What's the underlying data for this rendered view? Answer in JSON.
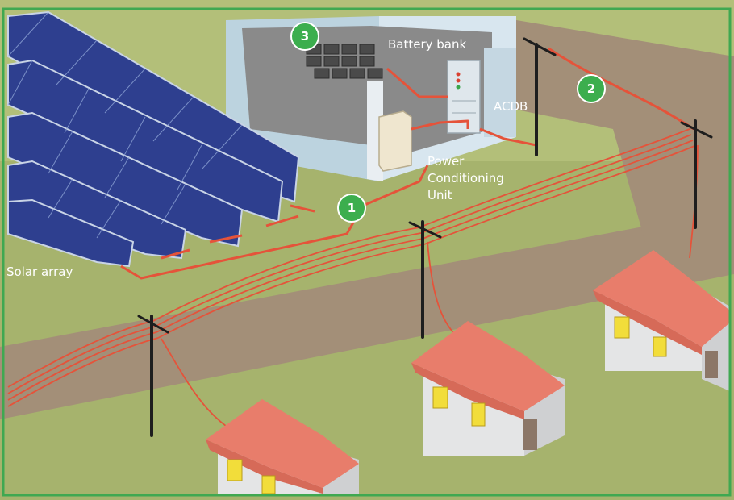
{
  "labels": {
    "solar_array": "Solar array",
    "battery_bank": "Battery bank",
    "acdb": "ACDB",
    "pcu_line1": "Power",
    "pcu_line2": "Conditioning",
    "pcu_line3": "Unit"
  },
  "badges": [
    "1",
    "2",
    "3"
  ],
  "colors": {
    "frame": "#3fa851",
    "ground": "#a6b36d",
    "road": "#a38f78",
    "panel": "#2e3f8f",
    "cable": "#e5533a",
    "badge": "#3cae4e",
    "roof": "#e87d6b",
    "wall": "#e4e5e6",
    "window": "#f2dd3a"
  }
}
